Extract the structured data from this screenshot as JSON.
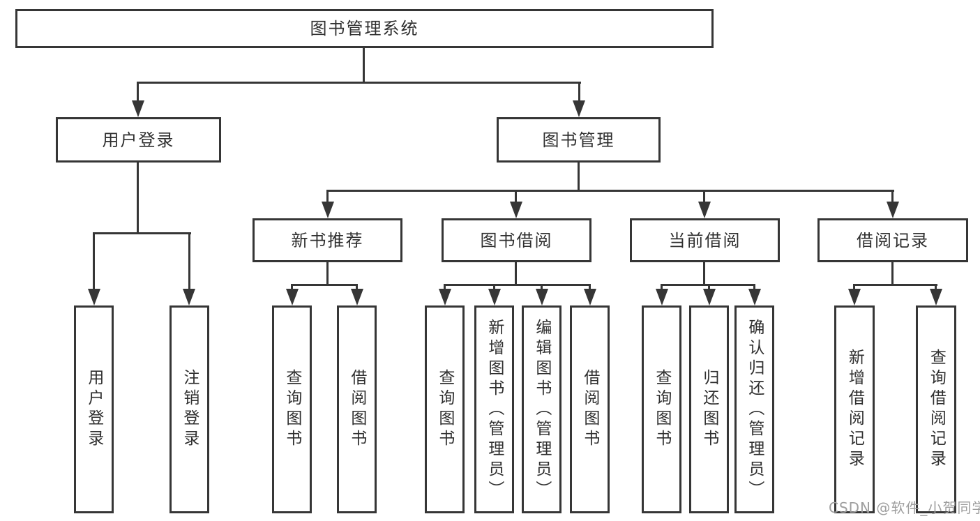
{
  "nodes": {
    "root": "图书管理系统",
    "user_login": "用户登录",
    "book_mgmt": "图书管理",
    "new_book_rec": "新书推荐",
    "book_borrow": "图书借阅",
    "current_borrow": "当前借阅",
    "borrow_records": "借阅记录",
    "leaf_user_login": "用户登录",
    "leaf_logout": "注销登录",
    "leaf_nbr_query": "查询图书",
    "leaf_nbr_borrow": "借阅图书",
    "leaf_bb_query": "查询图书",
    "leaf_bb_add": "新增图书（管理员）",
    "leaf_bb_edit": "编辑图书（管理员）",
    "leaf_bb_borrow": "借阅图书",
    "leaf_cb_query": "查询图书",
    "leaf_cb_return": "归还图书",
    "leaf_cb_confirm": "确认归还（管理员）",
    "leaf_br_add": "新增借阅记录",
    "leaf_br_query": "查询借阅记录"
  },
  "watermark": "CSDN @软件_小贺同学",
  "colors": {
    "line": "#363636",
    "text": "#2f2f2f",
    "background": "#ffffff",
    "watermark": "#9e9e9e"
  }
}
